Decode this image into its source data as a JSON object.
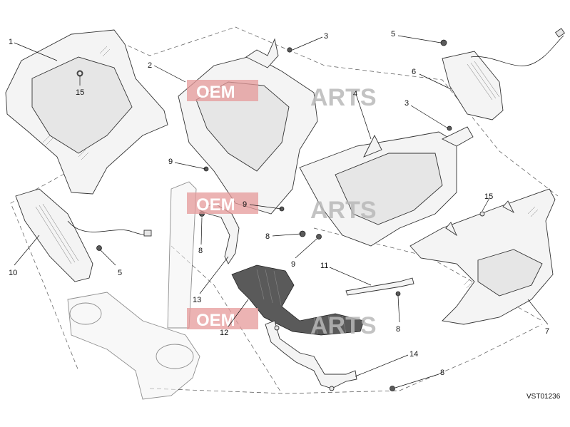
{
  "diagram": {
    "reference_code": "VST01236",
    "callouts": [
      "1",
      "2",
      "3",
      "5",
      "6",
      "3",
      "4",
      "9",
      "9",
      "8",
      "15",
      "8",
      "10",
      "5",
      "13",
      "11",
      "7",
      "12",
      "8",
      "14",
      "8",
      "15"
    ],
    "watermark": {
      "left": "OEM",
      "right": "ARTS"
    }
  }
}
